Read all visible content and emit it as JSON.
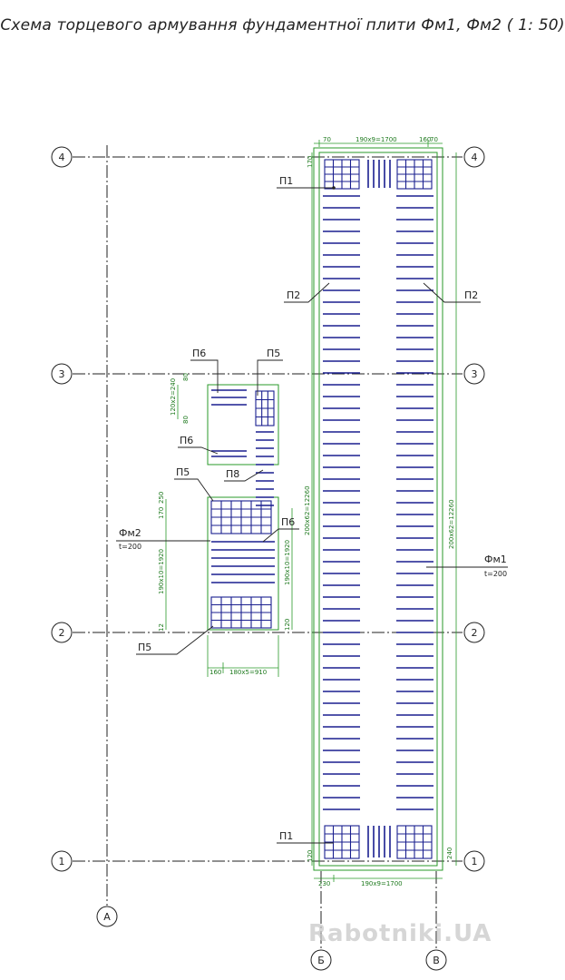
{
  "title": "Схема торцевого армування фундаментної плити Фм1, Фм2 ( 1: 50)",
  "axes": {
    "row_4": "4",
    "row_3": "3",
    "row_2": "2",
    "row_1": "1",
    "col_a": "А",
    "col_b": "Б",
    "col_v": "В"
  },
  "labels": {
    "p1_top": "П1",
    "p1_bottom": "П1",
    "p2_left": "П2",
    "p2_right": "П2",
    "p6_a": "П6",
    "p5_a": "П5",
    "p6_b": "П6",
    "p5_b": "П5",
    "p8": "П8",
    "p6_c": "П6",
    "p5_c": "П5",
    "fm1": "Фм1",
    "fm1_t": "t=200",
    "fm2": "Фм2",
    "fm2_t": "t=200"
  },
  "dimensions": {
    "top_70": "70",
    "top_main": "190x9=1700",
    "top_160": "160",
    "top_70b": "70",
    "top_side": "170",
    "left_long": "200x62=12260",
    "right_long": "200x62=12260",
    "bottom_230": "230",
    "bottom_main": "190x9=1700",
    "bottom_side": "240",
    "bottom_120": "120",
    "fm2_80a": "80",
    "fm2_stack": "120x2=240",
    "fm2_80b": "80",
    "fm2_170": "170",
    "fm2_250": "250",
    "fm2_left": "190x10=1920",
    "fm2_right": "190x10=1920",
    "fm2_12": "12",
    "fm2_120": "120",
    "fm2_160": "160",
    "fm2_bottom": "180x5=910"
  },
  "watermark": "Rabotniki.UA",
  "colors": {
    "rebar": "#1a1f8f",
    "dimension": "#2a9a2a",
    "grid": "#222222"
  }
}
